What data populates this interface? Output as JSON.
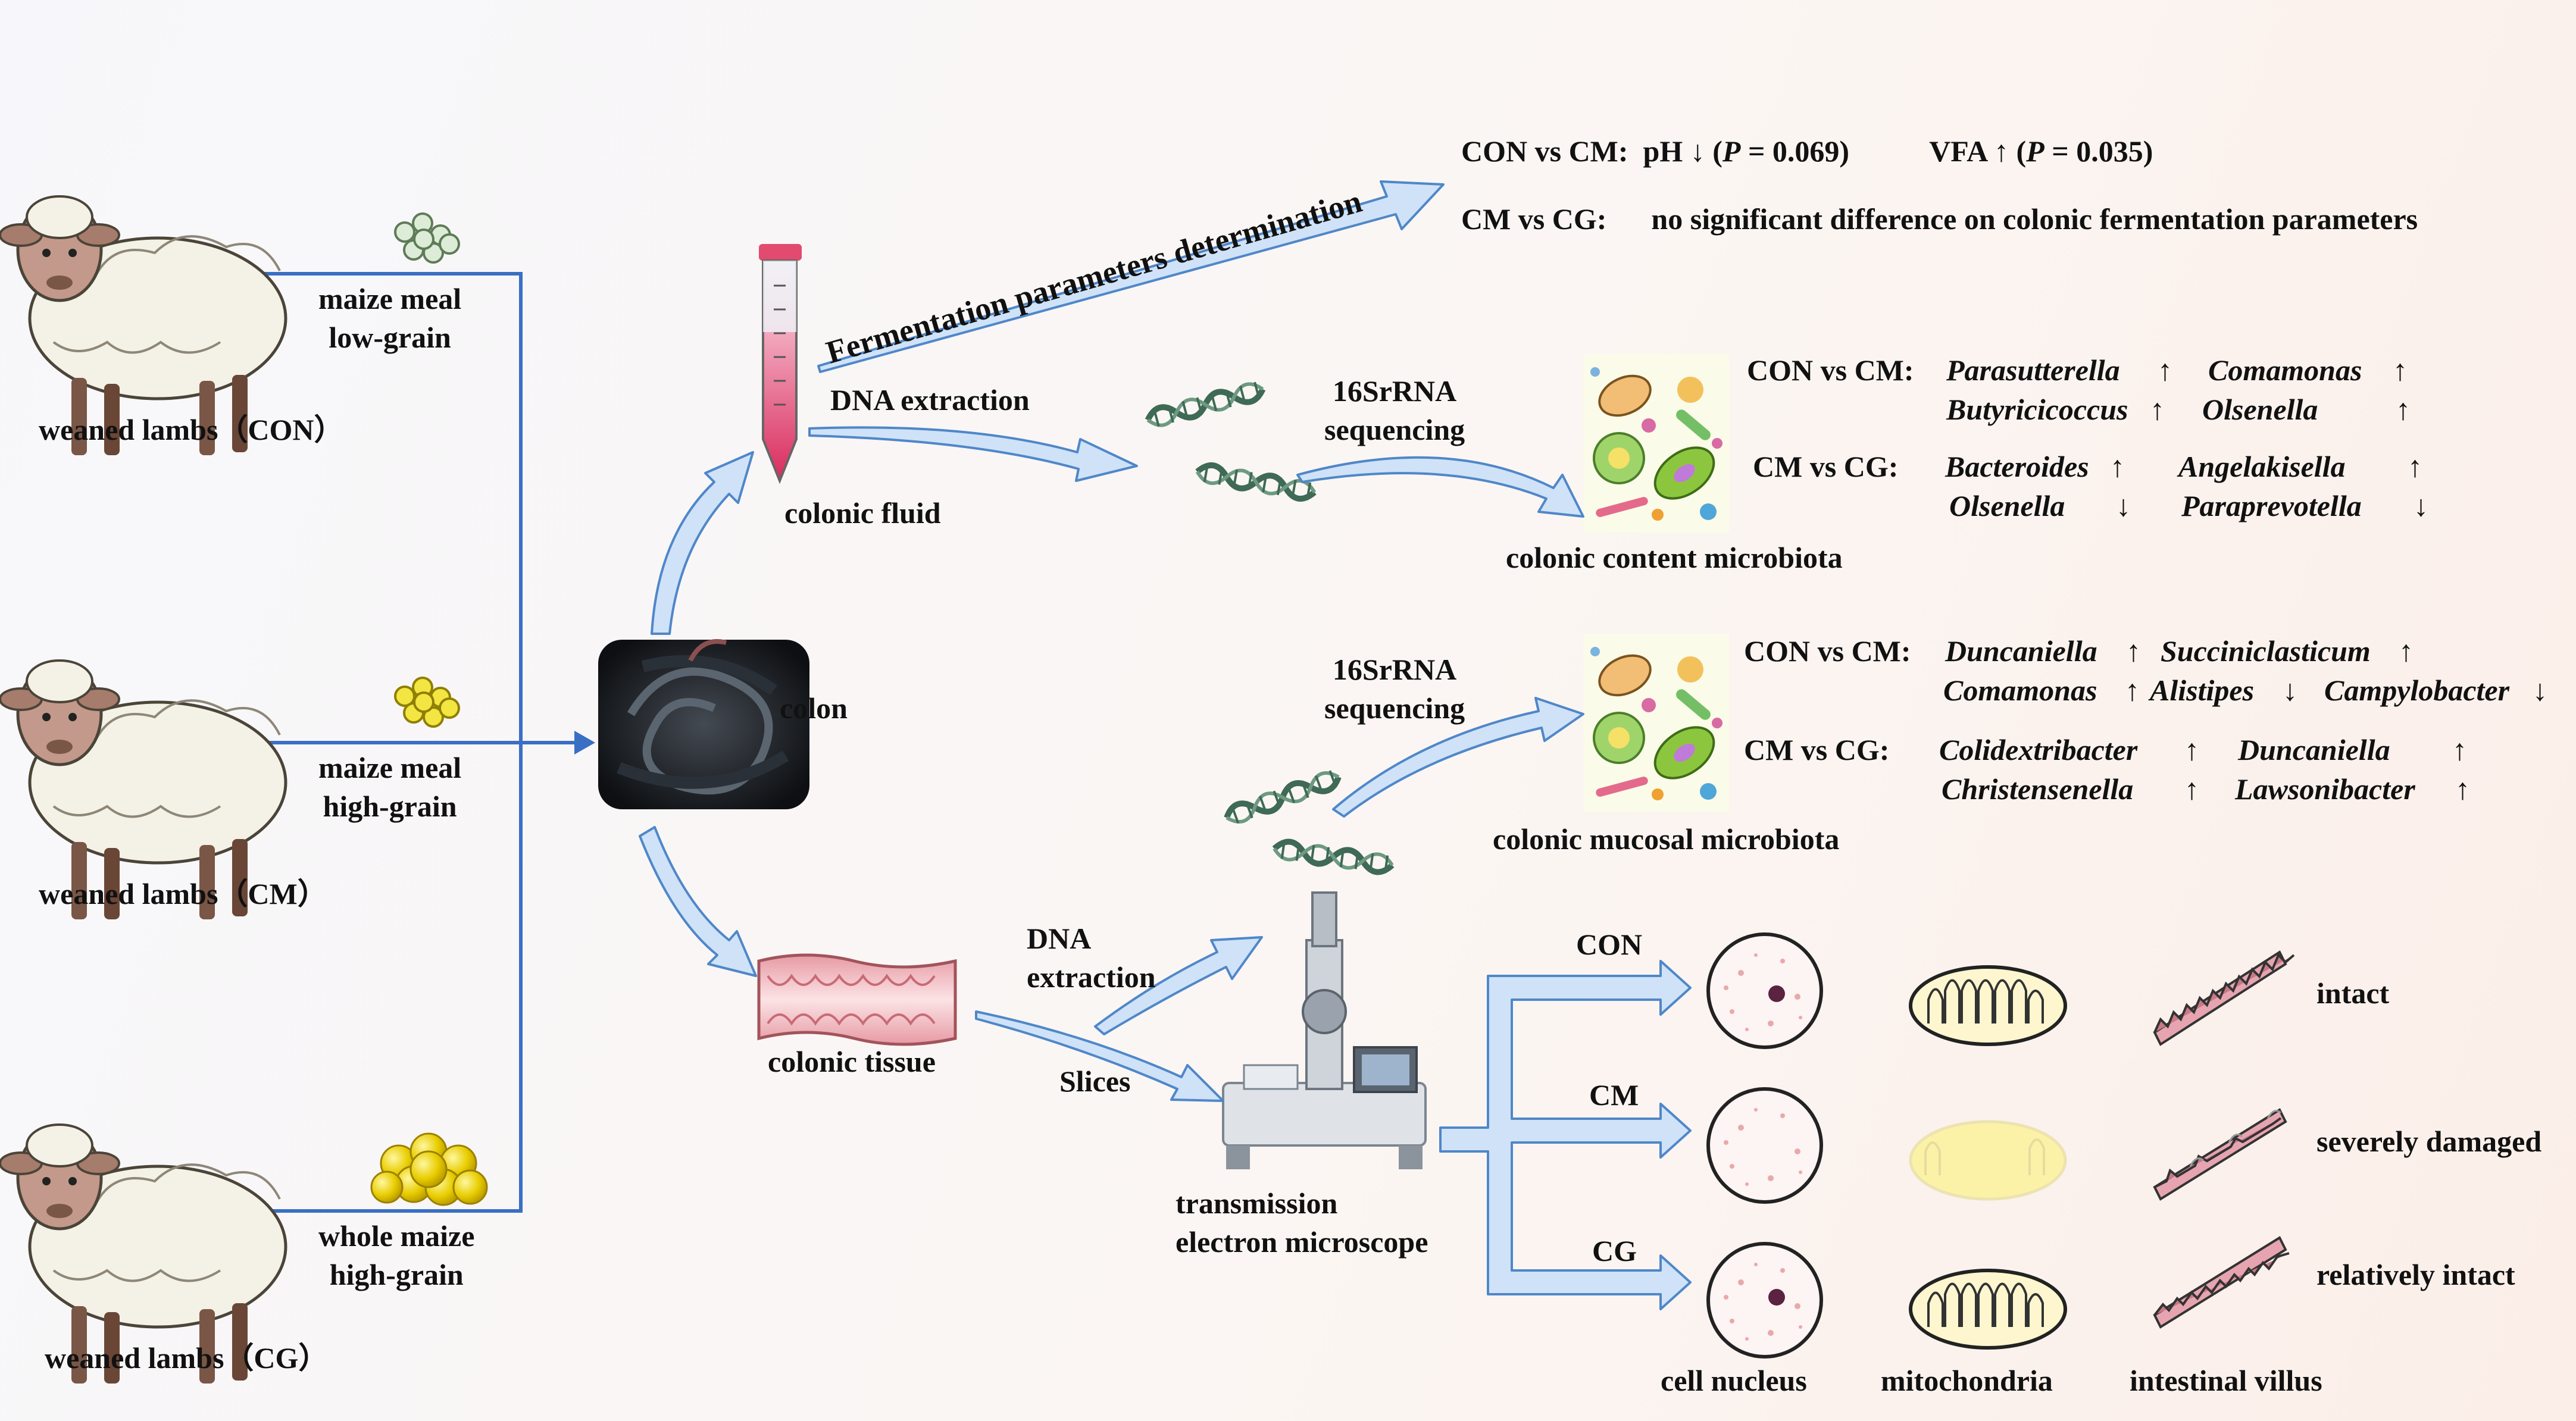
{
  "groups": [
    {
      "feed_line1": "maize meal",
      "feed_line2": "low-grain",
      "label": "weaned lambs（CON）"
    },
    {
      "feed_line1": "maize meal",
      "feed_line2": "high-grain",
      "label": "weaned lambs（CM）"
    },
    {
      "feed_line1": "whole maize",
      "feed_line2": "high-grain",
      "label": "weaned lambs（CG）"
    }
  ],
  "colon_label": "colon",
  "colonic_fluid_label": "colonic fluid",
  "colonic_tissue_label": "colonic tissue",
  "fermentation_label": "Fermentation parameters determination",
  "dna_extraction_fluid": "DNA extraction",
  "dna_extraction_tissue": [
    "DNA",
    "extraction"
  ],
  "slices_label": "Slices",
  "sequencing_label": [
    "16SrRNA",
    "sequencing"
  ],
  "tem_label": [
    "transmission",
    "electron microscope"
  ],
  "fermentation_results": {
    "row1": {
      "comparison": "CON vs CM:",
      "ph_text": "pH ↓ (",
      "p_symbol": "P",
      "ph_value": " = 0.069)",
      "vfa_text": "VFA ↑ (",
      "vfa_value": " = 0.035)"
    },
    "row2": {
      "comparison": "CM vs CG:",
      "text": "no significant difference on colonic fermentation parameters"
    }
  },
  "content_microbiota": {
    "label": "colonic content microbiota",
    "con_vs_cm": {
      "comparison": "CON vs CM:",
      "items": [
        {
          "name": "Parasutterella",
          "arrow": "↑"
        },
        {
          "name": "Comamonas",
          "arrow": "↑"
        },
        {
          "name": "Butyricicoccus",
          "arrow": "↑"
        },
        {
          "name": "Olsenella",
          "arrow": "↑"
        }
      ]
    },
    "cm_vs_cg": {
      "comparison": "CM vs CG:",
      "items": [
        {
          "name": "Bacteroides",
          "arrow": "↑"
        },
        {
          "name": "Angelakisella",
          "arrow": "↑"
        },
        {
          "name": "Olsenella",
          "arrow": "↓"
        },
        {
          "name": "Paraprevotella",
          "arrow": "↓"
        }
      ]
    }
  },
  "mucosal_microbiota": {
    "label": "colonic mucosal microbiota",
    "con_vs_cm": {
      "comparison": "CON vs CM:",
      "items": [
        {
          "name": "Duncaniella",
          "arrow": "↑"
        },
        {
          "name": "Succiniclasticum",
          "arrow": "↑"
        },
        {
          "name": "Comamonas",
          "arrow": "↑"
        },
        {
          "name": "Alistipes",
          "arrow": "↓"
        },
        {
          "name": "Campylobacter",
          "arrow": "↓"
        }
      ]
    },
    "cm_vs_cg": {
      "comparison": "CM vs CG:",
      "items": [
        {
          "name": "Colidextribacter",
          "arrow": "↑"
        },
        {
          "name": "Duncaniella",
          "arrow": "↑"
        },
        {
          "name": "Christensenella",
          "arrow": "↑"
        },
        {
          "name": "Lawsonibacter",
          "arrow": "↑"
        }
      ]
    }
  },
  "tem_groups": [
    {
      "group": "CON",
      "villus_status": "intact"
    },
    {
      "group": "CM",
      "villus_status": "severely damaged"
    },
    {
      "group": "CG",
      "villus_status": "relatively intact"
    }
  ],
  "tem_columns": [
    "cell nucleus",
    "mitochondria",
    "intestinal villus"
  ],
  "colors": {
    "arrow_fill": "#cfe2f7",
    "arrow_stroke": "#4f87c9",
    "connector": "#3a6fc4"
  }
}
